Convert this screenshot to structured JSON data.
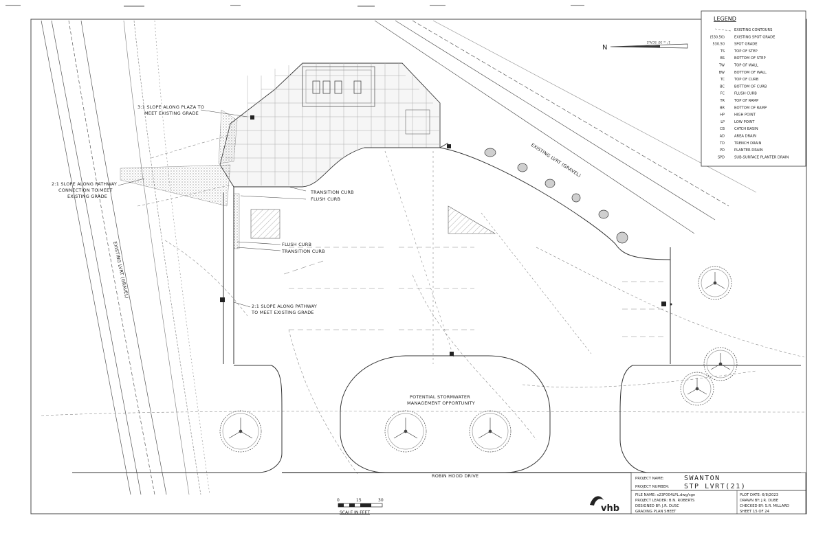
{
  "legend": {
    "title": "LEGEND",
    "items": [
      {
        "code": "",
        "desc": "EXISTING CONTOURS"
      },
      {
        "code": "(530.50)",
        "desc": "EXISTING SPOT GRADE"
      },
      {
        "code": "530.50",
        "desc": "SPOT GRADE"
      },
      {
        "code": "TS",
        "desc": "TOP OF STEP"
      },
      {
        "code": "BS",
        "desc": "BOTTOM OF STEP"
      },
      {
        "code": "TW",
        "desc": "TOP OF WALL"
      },
      {
        "code": "BW",
        "desc": "BOTTOM OF WALL"
      },
      {
        "code": "TC",
        "desc": "TOP OF CURB"
      },
      {
        "code": "BC",
        "desc": "BOTTOM OF CURB"
      },
      {
        "code": "FC",
        "desc": "FLUSH CURB"
      },
      {
        "code": "TR",
        "desc": "TOP OF RAMP"
      },
      {
        "code": "BR",
        "desc": "BOTTOM OF RAMP"
      },
      {
        "code": "HP",
        "desc": "HIGH POINT"
      },
      {
        "code": "LP",
        "desc": "LOW POINT"
      },
      {
        "code": "CB",
        "desc": "CATCH BASIN"
      },
      {
        "code": "AD",
        "desc": "AREA DRAIN"
      },
      {
        "code": "TD",
        "desc": "TRENCH DRAIN"
      },
      {
        "code": "PD",
        "desc": "PLANTER DRAIN"
      },
      {
        "code": "SPD",
        "desc": "SUB-SURFACE PLANTER DRAIN"
      }
    ]
  },
  "north_arrow": {
    "label": "N",
    "scale_text": "1\" = 30' SCALE"
  },
  "annotations": {
    "slope_plaza": [
      "3:1 SLOPE ALONG PLAZA TO",
      "MEET EXISTING GRADE"
    ],
    "slope_pathway_top": [
      "2:1 SLOPE ALONG PATHWAY",
      "CONNECTION TO MEET",
      "EXISTING GRADE"
    ],
    "slope_pathway_mid": [
      "2:1 SLOPE ALONG PATHWAY",
      "TO MEET EXISTING GRADE"
    ],
    "transition_curb_1": "TRANSITION CURB",
    "flush_curb_1": "FLUSH CURB",
    "flush_curb_2": "FLUSH CURB",
    "transition_curb_2": "TRANSITION CURB",
    "stormwater": [
      "POTENTIAL STORMWATER",
      "MANAGEMENT OPPORTUNITY"
    ],
    "existing_lvrt_right": "EXISTING LVRT (GRAVEL)",
    "existing_lvrt_left": "EXISTING LVRT (GRAVEL)",
    "robin_hood_drive": "ROBIN HOOD DRIVE"
  },
  "scale_bar": {
    "ticks": [
      "0",
      "15",
      "30"
    ],
    "caption": "SCALE IN FEET"
  },
  "title_block": {
    "project_name_label": "PROJECT NAME:",
    "project_name": "SWANTON",
    "project_number_label": "PROJECT NUMBER:",
    "project_number": "STP LVRT(21)",
    "file_name": "FILE NAME: s23F004LPL.dwg/sgn",
    "project_leader": "PROJECT LEADER: B.N. ROBERTS",
    "designed_by": "DESIGNED BY:     J.R. DUSC",
    "sheet_title": "GRADING PLAN SHEET",
    "plot_date": "PLOT DATE: 6/8/2023",
    "drawn_by": "DRAWN BY:    J.R. DUBE",
    "checked_by": "CHECKED BY: S.R. MILLARD",
    "sheet_number": "SHEET    15   OF    24",
    "logo": "vhb"
  }
}
